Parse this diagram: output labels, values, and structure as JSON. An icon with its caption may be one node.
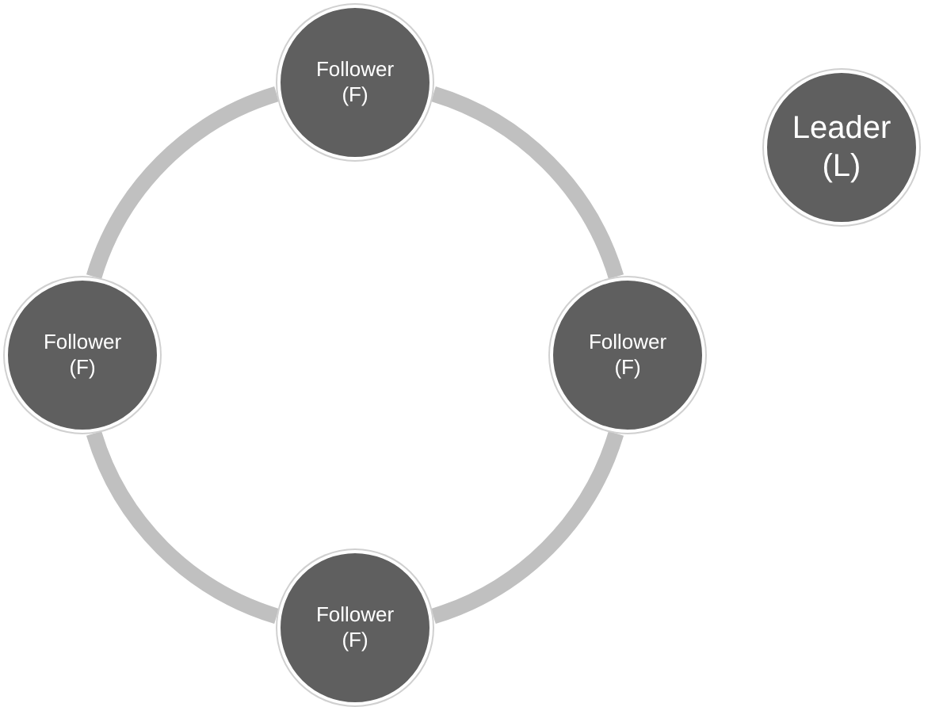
{
  "diagram": {
    "nodes": [
      {
        "text": [
          "Follower (F)"
        ]
      },
      {
        "text": [
          "Follower (F)"
        ]
      },
      {
        "text": [
          "Follower (F)"
        ]
      },
      {
        "text": [
          "Follower (F)"
        ]
      },
      {
        "text": [
          "Leader (L)"
        ]
      }
    ],
    "edges": [
      {
        "from": 0,
        "to": 1,
        "arrow": "none"
      },
      {
        "from": 1,
        "to": 2,
        "arrow": "none"
      },
      {
        "from": 2,
        "to": 3,
        "arrow": "none"
      },
      {
        "from": 3,
        "to": 0,
        "arrow": "none"
      }
    ]
  }
}
